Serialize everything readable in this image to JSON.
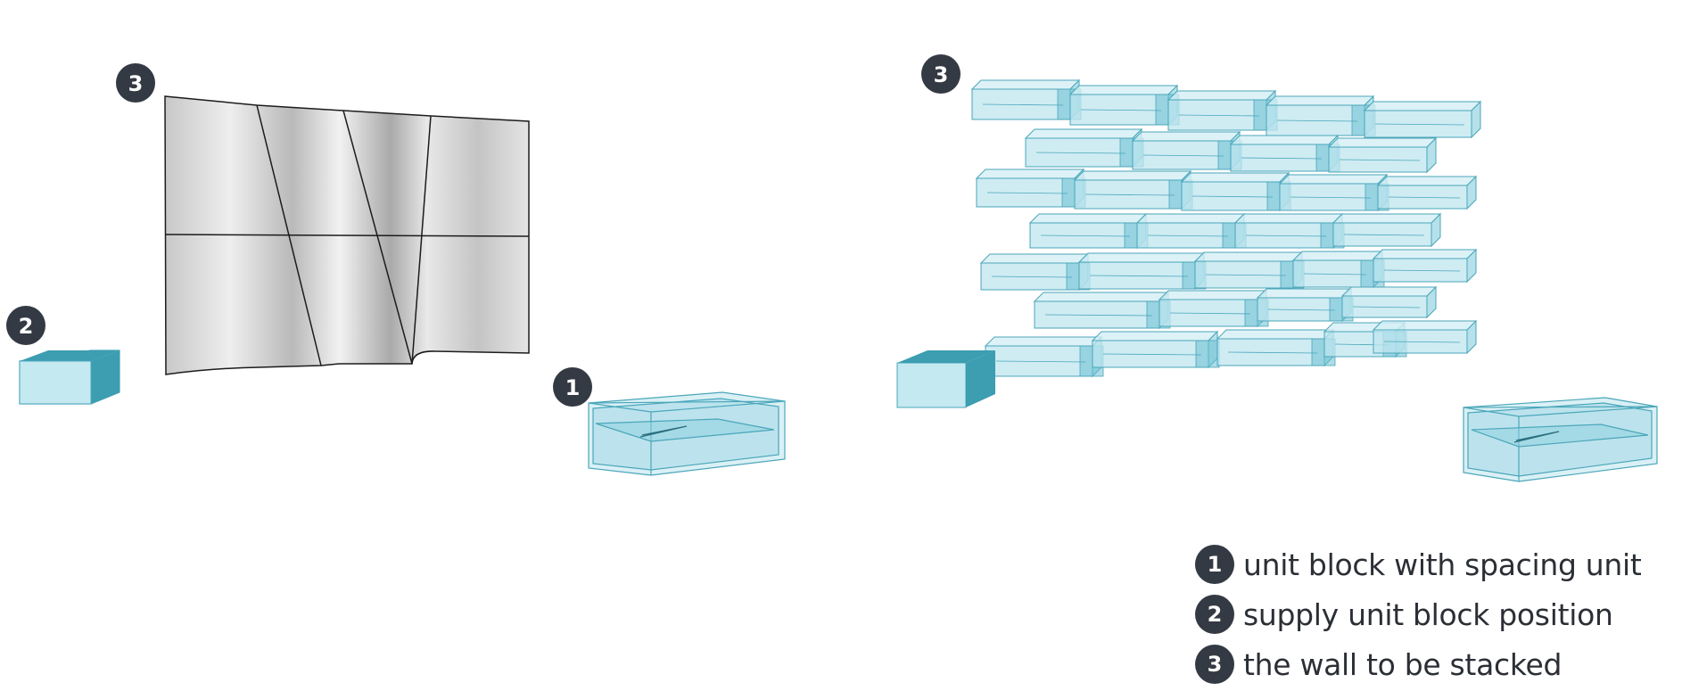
{
  "markers": {
    "one": "1",
    "two": "2",
    "three": "3"
  },
  "legend": [
    {
      "number": "1",
      "label": "unit block with spacing unit"
    },
    {
      "number": "2",
      "label": "supply unit block position"
    },
    {
      "number": "3",
      "label": "the wall to be stacked"
    }
  ],
  "colors": {
    "badge": "#343a43",
    "block_fill": "#bfe6ef",
    "block_stroke": "#4aa6ba",
    "block_dark": "#3d9db1",
    "wall_fill": "#d6d6d6",
    "wall_line": "#1c1c1c"
  }
}
